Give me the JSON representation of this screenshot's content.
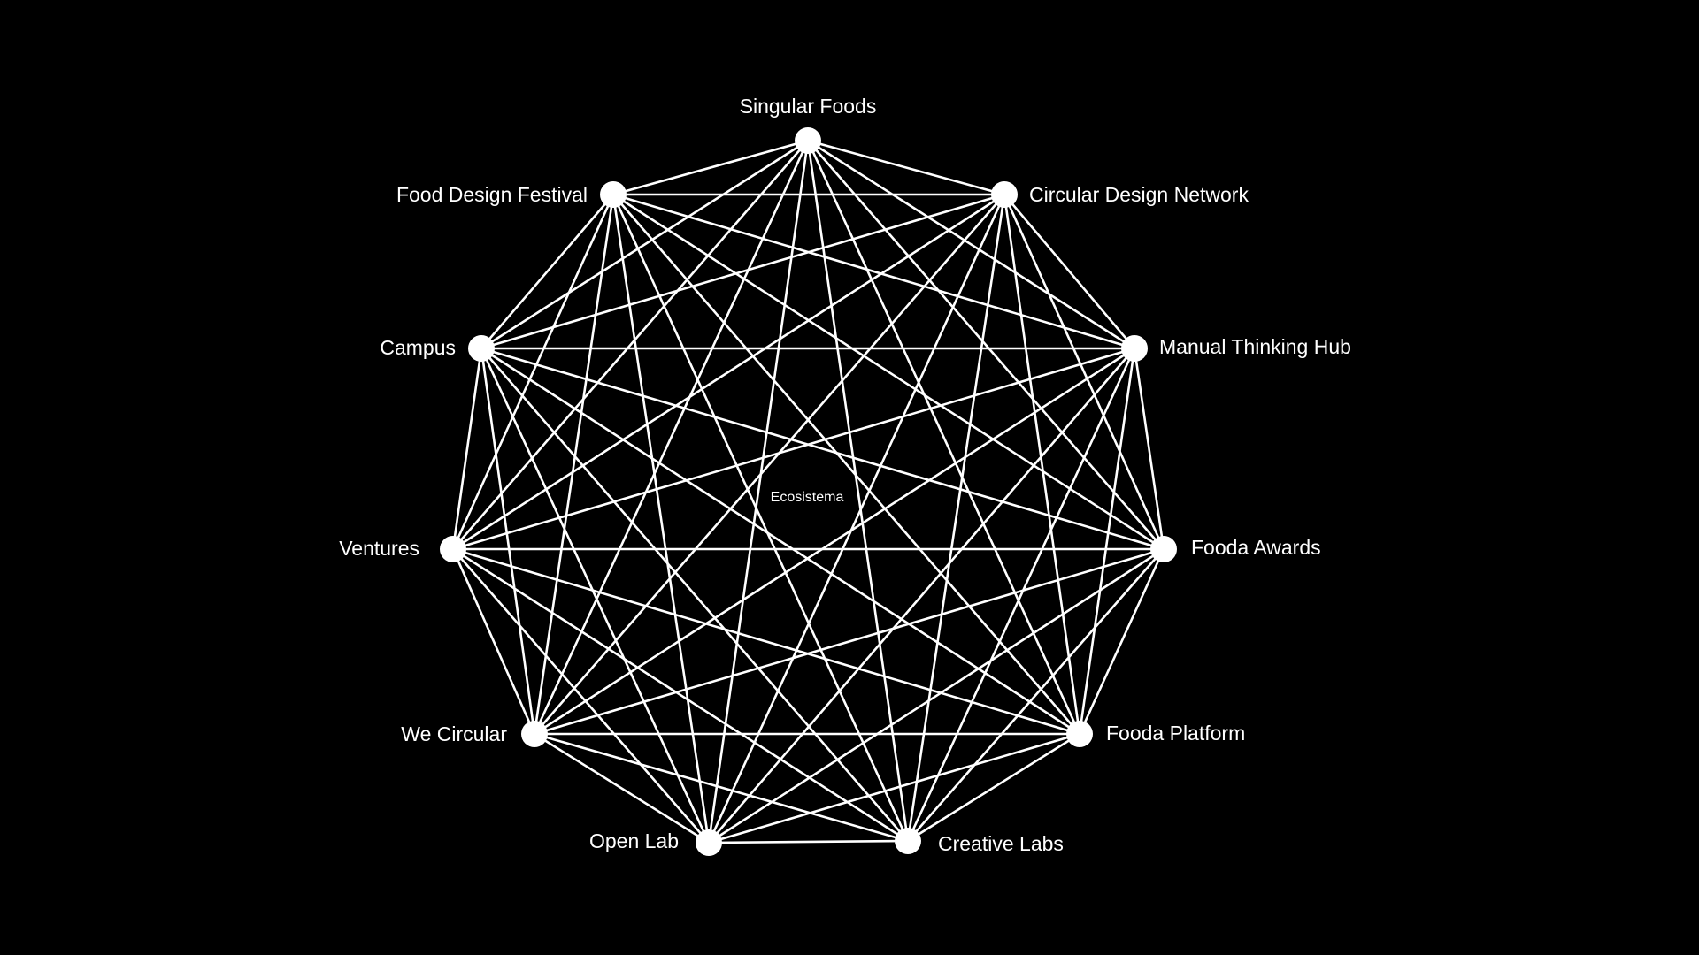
{
  "diagram": {
    "center_label": "Ecosistema",
    "colors": {
      "background": "#000000",
      "foreground": "#ffffff"
    },
    "nodes": [
      {
        "label": "Singular Foods"
      },
      {
        "label": "Circular Design Network"
      },
      {
        "label": "Manual Thinking Hub"
      },
      {
        "label": "Fooda Awards"
      },
      {
        "label": "Fooda Platform"
      },
      {
        "label": "Creative Labs"
      },
      {
        "label": "Open Lab"
      },
      {
        "label": "We Circular"
      },
      {
        "label": "Ventures"
      },
      {
        "label": "Campus"
      },
      {
        "label": "Food Design Festival"
      }
    ]
  }
}
